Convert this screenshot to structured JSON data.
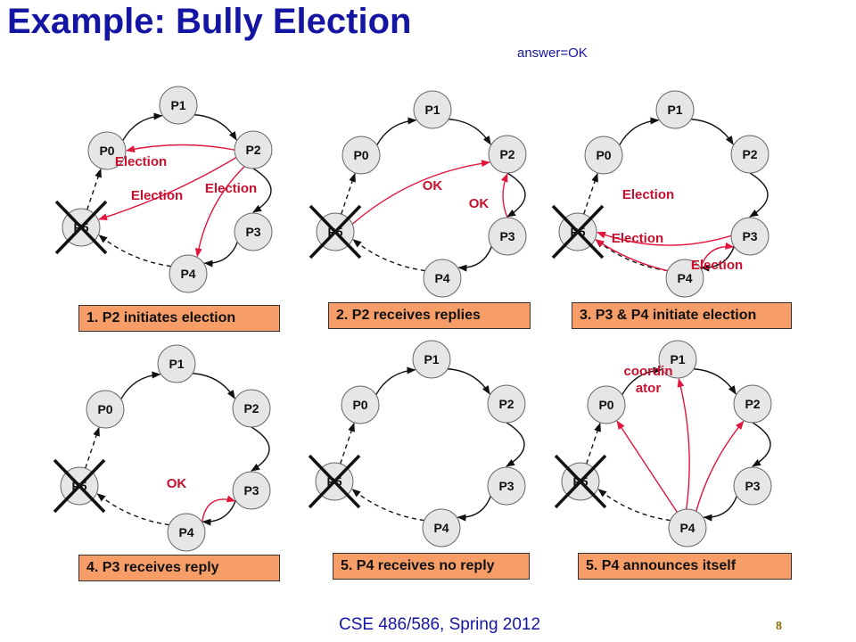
{
  "title": "Example: Bully Election",
  "note": "answer=OK",
  "footer": "CSE 486/586, Spring 2012",
  "page_number": "8",
  "colors": {
    "title": "#1515a3",
    "caption_fill": "#f79e68",
    "message_arrow": "#e0163c",
    "node_fill": "#e6e6e6",
    "crash_mark": "#111111"
  },
  "node_labels": [
    "P1",
    "P0",
    "P2",
    "P5",
    "P3",
    "P4"
  ],
  "panels": [
    {
      "caption": "1. P2 initiates election",
      "messages": [
        "Election",
        "Election",
        "Election"
      ]
    },
    {
      "caption": "2. P2 receives replies",
      "messages": [
        "OK",
        "OK"
      ]
    },
    {
      "caption": "3. P3 & P4 initiate election",
      "messages": [
        "Election",
        "Election",
        "Election"
      ]
    },
    {
      "caption": "4. P3 receives reply",
      "messages": [
        "OK"
      ]
    },
    {
      "caption": "5. P4 receives no reply",
      "messages": []
    },
    {
      "caption": "5. P4 announces itself",
      "messages": [
        "coordin",
        "ator"
      ]
    }
  ]
}
